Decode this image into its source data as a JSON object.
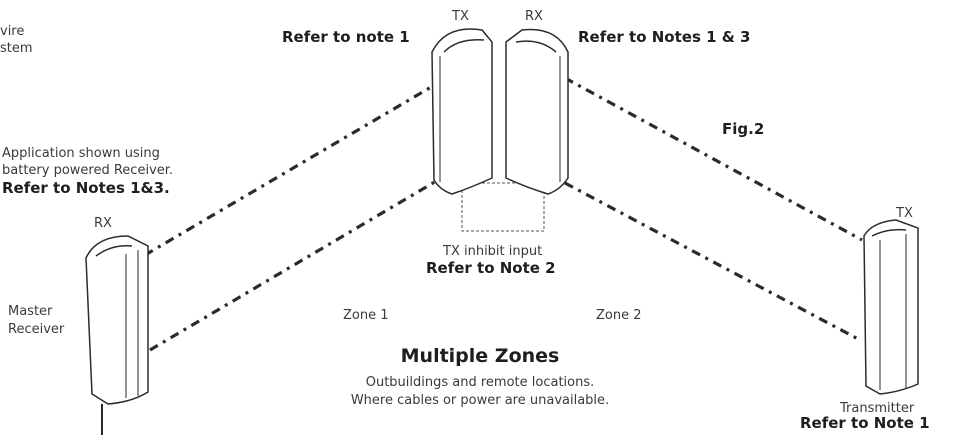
{
  "left_top": {
    "line1": "vire",
    "line2": "stem"
  },
  "left_application": {
    "line1": "Application shown using",
    "line2": "battery powered Receiver.",
    "note": "Refer to Notes 1&3."
  },
  "master": {
    "rx_label": "RX",
    "line1": "Master",
    "line2": "Receiver"
  },
  "center": {
    "tx_label": "TX",
    "rx_label": "RX",
    "tx_note": "Refer to note 1",
    "rx_note": "Refer to Notes 1 & 3",
    "inhibit_label": "TX inhibit input",
    "inhibit_note": "Refer to Note 2"
  },
  "fig_label": "Fig.2",
  "zones": {
    "zone1": "Zone 1",
    "zone2": "Zone 2"
  },
  "multiple_zones": {
    "title": "Multiple Zones",
    "line1": "Outbuildings and remote locations.",
    "line2": "Where cables or power are unavailable."
  },
  "transmitter": {
    "tx_label": "TX",
    "label": "Transmitter",
    "note": "Refer to Note 1"
  },
  "colors": {
    "ink": "#2b2b2b",
    "background": "#ffffff"
  }
}
